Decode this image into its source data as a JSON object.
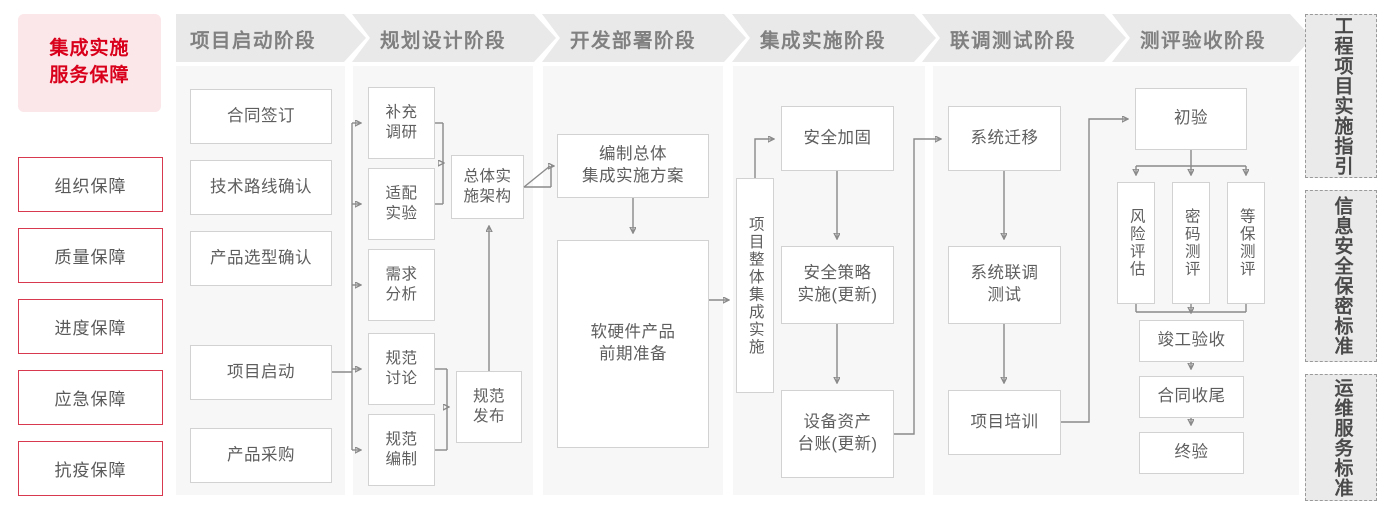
{
  "guarantee": {
    "title": "集成实施\n服务保障",
    "title_line1": "集成实施",
    "title_line2": "服务保障",
    "items": [
      {
        "label": "组织保障"
      },
      {
        "label": "质量保障"
      },
      {
        "label": "进度保障"
      },
      {
        "label": "应急保障"
      },
      {
        "label": "抗疫保障"
      }
    ],
    "accent_color": "#d9001b",
    "panel_bg": "#fbe6e9",
    "border_color": "#d9394f"
  },
  "stages": [
    {
      "header": "项目启动阶段",
      "nodes": [
        {
          "id": "contract-sign",
          "label": "合同签订"
        },
        {
          "id": "tech-route",
          "label": "技术路线确认"
        },
        {
          "id": "product-select",
          "label": "产品选型确认"
        },
        {
          "id": "project-kickoff",
          "label": "项目启动"
        },
        {
          "id": "product-purchase",
          "label": "产品采购"
        }
      ]
    },
    {
      "header": "规划设计阶段",
      "nodes": [
        {
          "id": "supplement-research",
          "label": "补充\n调研",
          "l1": "补充",
          "l2": "调研"
        },
        {
          "id": "adaptation-test",
          "label": "适配\n实验",
          "l1": "适配",
          "l2": "实验"
        },
        {
          "id": "requirement-analysis",
          "label": "需求\n分析",
          "l1": "需求",
          "l2": "分析"
        },
        {
          "id": "spec-discussion",
          "label": "规范\n讨论",
          "l1": "规范",
          "l2": "讨论"
        },
        {
          "id": "spec-drafting",
          "label": "规范\n编制",
          "l1": "规范",
          "l2": "编制"
        },
        {
          "id": "overall-architecture",
          "label": "总体实\n施架构",
          "l1": "总体实",
          "l2": "施架构"
        },
        {
          "id": "spec-release",
          "label": "规范\n发布",
          "l1": "规范",
          "l2": "发布"
        }
      ]
    },
    {
      "header": "开发部署阶段",
      "nodes": [
        {
          "id": "overall-plan",
          "label": "编制总体\n集成实施方案",
          "l1": "编制总体",
          "l2": "集成实施方案"
        },
        {
          "id": "hw-sw-prep",
          "label": "软硬件产品\n前期准备",
          "l1": "软硬件产品",
          "l2": "前期准备"
        }
      ]
    },
    {
      "header": "集成实施阶段",
      "nodes": [
        {
          "id": "overall-integration",
          "label": "项目整体集成实施"
        },
        {
          "id": "security-hardening",
          "label": "安全加固"
        },
        {
          "id": "security-policy",
          "label": "安全策略\n实施(更新)",
          "l1": "安全策略",
          "l2": "实施(更新)"
        },
        {
          "id": "asset-ledger",
          "label": "设备资产\n台账(更新)",
          "l1": "设备资产",
          "l2": "台账(更新)"
        }
      ]
    },
    {
      "header": "联调测试阶段",
      "nodes": [
        {
          "id": "system-migration",
          "label": "系统迁移"
        },
        {
          "id": "joint-debug-test",
          "label": "系统联调\n测试",
          "l1": "系统联调",
          "l2": "测试"
        },
        {
          "id": "project-training",
          "label": "项目培训"
        }
      ]
    },
    {
      "header": "测评验收阶段",
      "nodes": [
        {
          "id": "initial-acceptance",
          "label": "初验"
        },
        {
          "id": "risk-assessment",
          "label": "风险评估"
        },
        {
          "id": "crypto-evaluation",
          "label": "密码测评"
        },
        {
          "id": "grade-protection",
          "label": "等保测评"
        },
        {
          "id": "completion-acceptance",
          "label": "竣工验收"
        },
        {
          "id": "contract-closure",
          "label": "合同收尾"
        },
        {
          "id": "final-acceptance",
          "label": "终验"
        }
      ]
    }
  ],
  "standards": [
    {
      "id": "engineering-guide",
      "label": "工程项目实施指引"
    },
    {
      "id": "infosec-standard",
      "label": "信息安全保密标准"
    },
    {
      "id": "ops-standard",
      "label": "运维服务标准"
    }
  ],
  "colors": {
    "header_bg": "#e9e9e9",
    "header_text": "#808080",
    "panel_bg": "#f7f7f7",
    "box_border": "#d2d2d2",
    "box_text": "#5e5e5e",
    "wire": "#8a8a8a",
    "std_bg": "#eaeaea",
    "std_border": "#9a9a9a"
  }
}
